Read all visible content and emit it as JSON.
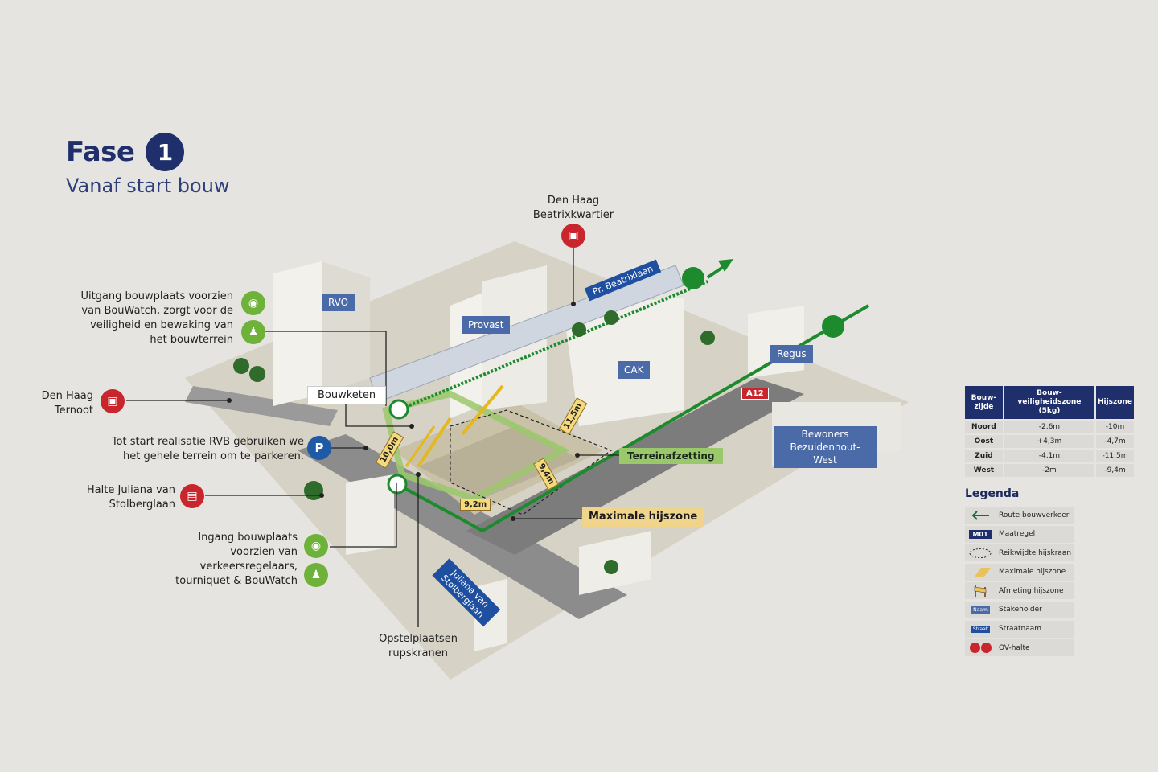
{
  "title": {
    "fase": "Fase",
    "number": "1",
    "subtitle": "Vanaf start bouw"
  },
  "annotations": {
    "uitgang": "Uitgang bouwplaats voorzien van BouWatch, zorgt voor de veiligheid en bewaking van het bouwterrein",
    "ternoot": "Den Haag Ternoot",
    "parkeren": "Tot start realisatie RVB gebruiken we het gehele terrein om te parkeren.",
    "halte": "Halte Juliana van Stolberglaan",
    "ingang": "Ingang bouwplaats voorzien van verkeersregelaars, tourniquet & BouWatch",
    "beatrix": "Den Haag Beatrixkwartier",
    "bouwketen": "Bouwketen",
    "opstel": "Opstelplaatsen rupskranen"
  },
  "stakeholders": {
    "rvo": "RVO",
    "provast": "Provast",
    "cak": "CAK",
    "regus": "Regus",
    "bewoners": "Bewoners Bezuidenhout-West"
  },
  "streets": {
    "beatrixlaan": "Pr. Beatrixlaan",
    "juliana": "Juliana van Stolberglaan"
  },
  "zones": {
    "terrein": "Terreinafzetting",
    "hijszone": "Maximale hijszone",
    "a12": "A12"
  },
  "measures": {
    "m1": "10,0m",
    "m2": "11,5m",
    "m3": "9,4m",
    "m4": "9,2m"
  },
  "icons": {
    "parking": "P"
  },
  "table": {
    "headers": [
      "Bouw-zijde",
      "Bouw-veiligheidszone (5kg)",
      "Hijszone"
    ],
    "rows": [
      [
        "Noord",
        "-2,6m",
        "-10m"
      ],
      [
        "Oost",
        "+4,3m",
        "-4,7m"
      ],
      [
        "Zuid",
        "-4,1m",
        "-11,5m"
      ],
      [
        "West",
        "-2m",
        "-9,4m"
      ]
    ]
  },
  "legend": {
    "title": "Legenda",
    "items": [
      {
        "text": "Route bouwverkeer",
        "icon": "arrow-left-icon"
      },
      {
        "text": "Maatregel",
        "icon": "m01-badge",
        "badge": "M01"
      },
      {
        "text": "Reikwijdte hijskraan",
        "icon": "dashed-ellipse-icon"
      },
      {
        "text": "Maximale hijszone",
        "icon": "yellow-zone-icon"
      },
      {
        "text": "Afmeting hijszone",
        "icon": "measure-sign-icon"
      },
      {
        "text": "Stakeholder",
        "icon": "stakeholder-tag",
        "badge": "Naam"
      },
      {
        "text": "Straatnaam",
        "icon": "street-tag",
        "badge": "Straat"
      },
      {
        "text": "OV-halte",
        "icon": "ov-halte-icon"
      }
    ]
  },
  "colors": {
    "navy": "#1e2f6b",
    "route_green": "#1e8a2e",
    "zone_green": "#9bc86b",
    "zone_yellow": "#f0d48c",
    "ov_red": "#c8262c"
  }
}
